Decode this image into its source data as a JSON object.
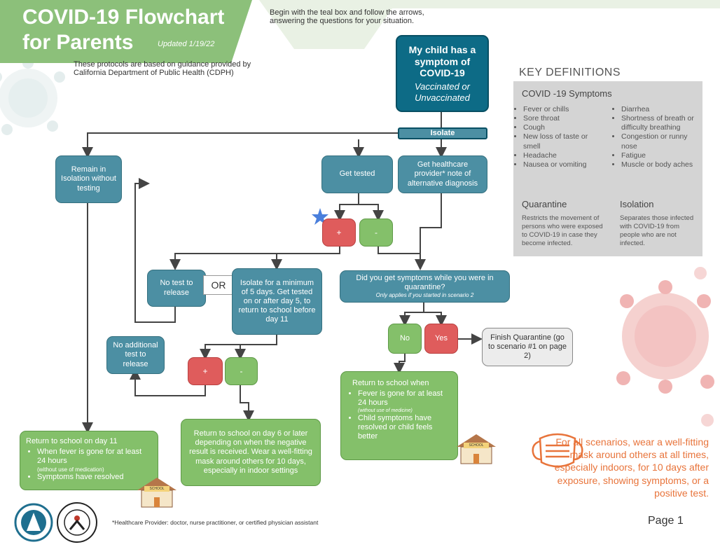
{
  "header": {
    "title_line1": "COVID-19 Flowchart",
    "title_line2": "for Parents",
    "updated": "Updated 1/19/22",
    "instructions": "Begin with the teal box and follow the arrows, answering the questions for your situation.",
    "protocol_note": "These protocols are based on guidance provided by California Department of Public Health (CDPH)"
  },
  "flow": {
    "start_title": "My child has a symptom of COVID-19",
    "start_sub": "Vaccinated or Unvaccinated",
    "isolate": "Isolate",
    "remain": "Remain in Isolation without testing",
    "get_tested": "Get tested",
    "provider_note": "Get healthcare provider* note of alternative diagnosis",
    "plus": "+",
    "minus": "-",
    "no_test": "No test to release",
    "or": "OR",
    "isolate5": "Isolate for a minimum of 5 days. Get tested on or after day 5, to return to school before day 11",
    "no_additional": "No additional test to release",
    "question": "Did you get symptoms while you were in quarantine?",
    "question_note": "Only applies if you started in scenario 2",
    "no": "No",
    "yes": "Yes",
    "finish": "Finish Quarantine (go to scenario #1 on page 2)",
    "return11_title": "Return to school on day 11",
    "return11_items": [
      "When fever is gone for at least 24 hours",
      "Symptoms have resolved"
    ],
    "return11_note": "(without use of medication)",
    "return6": "Return to school on day 6 or later depending on when the negative result is received. Wear a well-fitting mask around others for 10 days, especially in indoor settings",
    "return_when_title": "Return to school when",
    "return_when_items": [
      "Fever is gone for at least 24 hours",
      "Child symptoms have resolved or child feels better"
    ],
    "return_when_note": "(without use of medicine)",
    "school_label": "SCHOOL"
  },
  "definitions": {
    "heading": "KEY DEFINITIONS",
    "symptoms_title": "COVID -19 Symptoms",
    "symptoms_col1": [
      "Fever or chills",
      "Sore throat",
      "Cough",
      "New loss of taste or smell",
      "Headache",
      "Nausea or vomiting"
    ],
    "symptoms_col2": [
      "Diarrhea",
      "Shortness of breath or difficulty breathing",
      "Congestion or runny nose",
      "Fatigue",
      "Muscle or body aches"
    ],
    "quarantine_title": "Quarantine",
    "quarantine_text": "Restricts the movement of persons who were exposed to COVID-19 in case they become infected.",
    "isolation_title": "Isolation",
    "isolation_text": "Separates those infected with COVID-19 from people who are not infected."
  },
  "mask_message": "For all scenarios, wear a well-fitting mask around others at all times, especially indoors, for 10 days after exposure, showing symptoms, or a positive test.",
  "footnote": "*Healthcare Provider: doctor, nurse practitioner, or certified physician assistant",
  "page_label": "Page 1",
  "colors": {
    "teal": "#4c8fa3",
    "dark_teal": "#0d6b86",
    "green": "#84c06a",
    "red": "#df5c5c",
    "orange": "#e8743b",
    "header_green": "#8cc07a"
  }
}
